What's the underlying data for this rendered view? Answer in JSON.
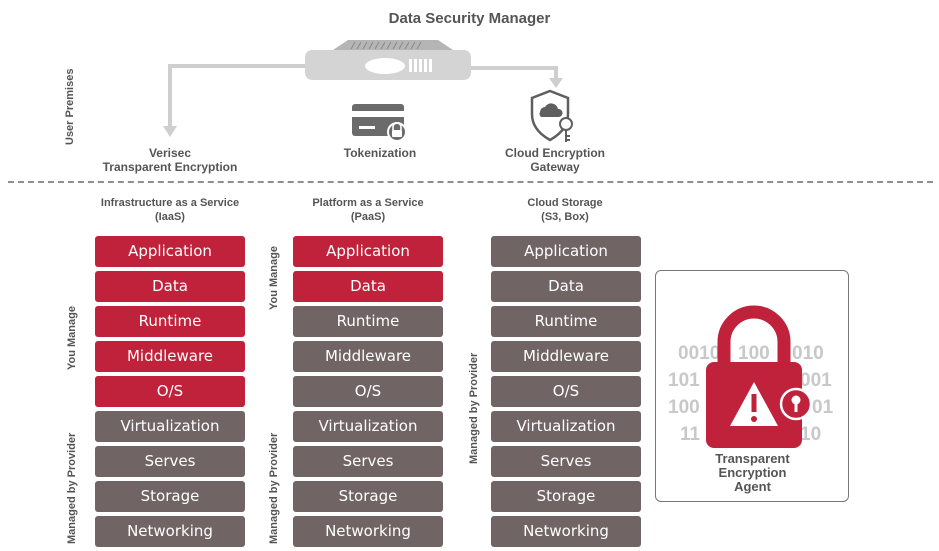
{
  "title": "Data Security Manager",
  "user_premises": "User Premises",
  "premises": {
    "verisec": [
      "Verisec",
      "Transparent Encryption"
    ],
    "tokenization": "Tokenization",
    "cloud_gateway": [
      "Cloud Encryption",
      "Gateway"
    ]
  },
  "columns": [
    {
      "heading": [
        "Infrastructure as a Service",
        "(IaaS)"
      ],
      "you_manage": "You Manage",
      "managed_by": "Managed by Provider",
      "layers": [
        {
          "label": "Application",
          "color": "#c0213b"
        },
        {
          "label": "Data",
          "color": "#c0213b"
        },
        {
          "label": "Runtime",
          "color": "#c0213b"
        },
        {
          "label": "Middleware",
          "color": "#c0213b"
        },
        {
          "label": "O/S",
          "color": "#c0213b"
        },
        {
          "label": "Virtualization",
          "color": "#706465"
        },
        {
          "label": "Serves",
          "color": "#706465"
        },
        {
          "label": "Storage",
          "color": "#706465"
        },
        {
          "label": "Networking",
          "color": "#706465"
        }
      ]
    },
    {
      "heading": [
        "Platform as a Service",
        "(PaaS)"
      ],
      "you_manage": "You Manage",
      "managed_by": "Managed by Provider",
      "layers": [
        {
          "label": "Application",
          "color": "#c0213b"
        },
        {
          "label": "Data",
          "color": "#c0213b"
        },
        {
          "label": "Runtime",
          "color": "#706465"
        },
        {
          "label": "Middleware",
          "color": "#706465"
        },
        {
          "label": "O/S",
          "color": "#706465"
        },
        {
          "label": "Virtualization",
          "color": "#706465"
        },
        {
          "label": "Serves",
          "color": "#706465"
        },
        {
          "label": "Storage",
          "color": "#706465"
        },
        {
          "label": "Networking",
          "color": "#706465"
        }
      ]
    },
    {
      "heading": [
        "Cloud Storage",
        "(S3, Box)"
      ],
      "managed_by": "Managed by Provider",
      "layers": [
        {
          "label": "Application",
          "color": "#706465"
        },
        {
          "label": "Data",
          "color": "#706465"
        },
        {
          "label": "Runtime",
          "color": "#706465"
        },
        {
          "label": "Middleware",
          "color": "#706465"
        },
        {
          "label": "O/S",
          "color": "#706465"
        },
        {
          "label": "Virtualization",
          "color": "#706465"
        },
        {
          "label": "Serves",
          "color": "#706465"
        },
        {
          "label": "Storage",
          "color": "#706465"
        },
        {
          "label": "Networking",
          "color": "#706465"
        }
      ]
    }
  ],
  "agent": {
    "label": [
      "Transparent",
      "Encryption",
      "Agent"
    ],
    "binary": [
      "0010",
      "100",
      "010",
      "101",
      "001",
      "100",
      "01",
      "11",
      "10"
    ]
  },
  "icons": {
    "appliance": "server-appliance-icon",
    "card": "credit-card-lock-icon",
    "shield": "cloud-shield-key-icon",
    "lock": "padlock-warning-icon"
  },
  "colors": {
    "accent_red": "#c0213b",
    "provider_grey": "#706465"
  }
}
